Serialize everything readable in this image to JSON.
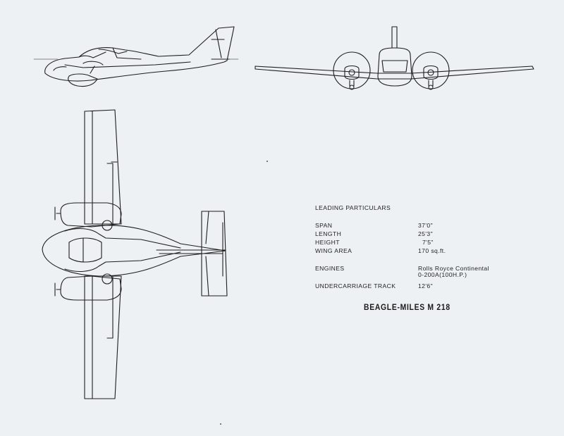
{
  "particulars": {
    "heading": "LEADING PARTICULARS",
    "rows": [
      {
        "label": "SPAN",
        "value": "37'0\""
      },
      {
        "label": "LENGTH",
        "value": "25'3\""
      },
      {
        "label": "HEIGHT",
        "value": "7'5\""
      },
      {
        "label": "WING AREA",
        "value": "170 sq.ft."
      },
      {
        "label": "ENGINES",
        "value": "Rolls Royce Continental",
        "value2": "0-200A(100H.P.)"
      },
      {
        "label": "UNDERCARRIAGE TRACK",
        "value": "12'6\""
      }
    ]
  },
  "title": "BEAGLE-MILES  M 218",
  "colors": {
    "paper": "#edf1f3",
    "ink": "#1e1e1e"
  }
}
